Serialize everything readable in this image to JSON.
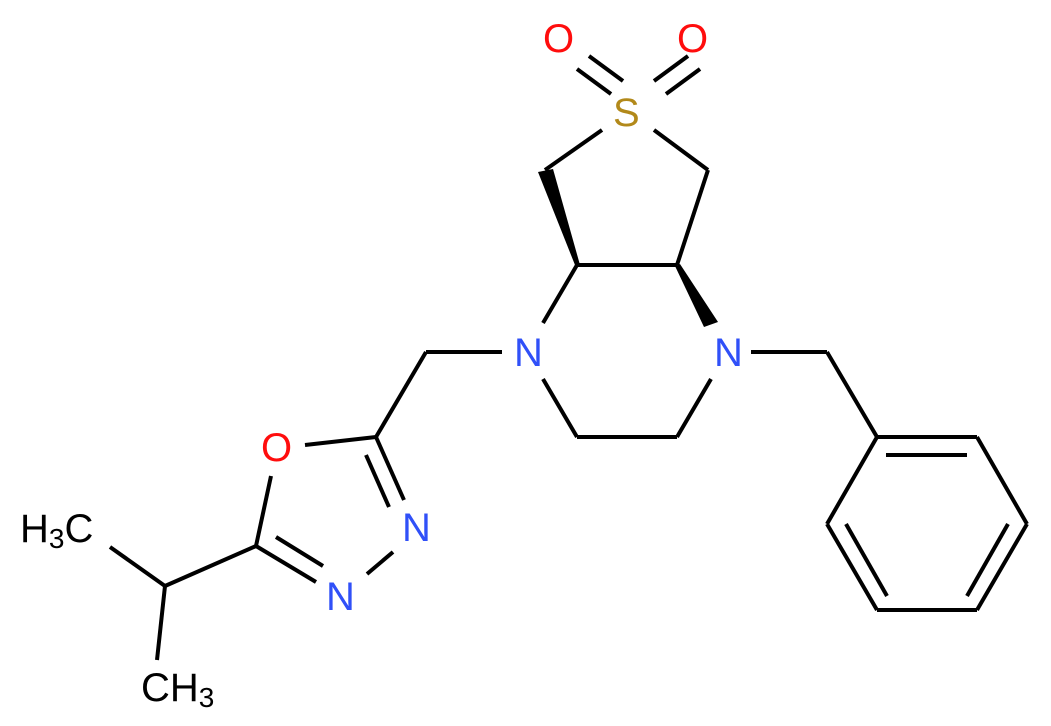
{
  "diagram": {
    "type": "chemical-structure",
    "atoms": {
      "O1": {
        "label": "O",
        "color": "#ff0d0d"
      },
      "O2": {
        "label": "O",
        "color": "#ff0d0d"
      },
      "S": {
        "label": "S",
        "color": "#b2891a"
      },
      "N_left": {
        "label": "N",
        "color": "#3050f8"
      },
      "N_right": {
        "label": "N",
        "color": "#3050f8"
      },
      "O_ring": {
        "label": "O",
        "color": "#ff0d0d"
      },
      "N3": {
        "label": "N",
        "color": "#3050f8"
      },
      "N4": {
        "label": "N",
        "color": "#3050f8"
      },
      "methyl_top": {
        "main": "H",
        "sub": "3",
        "tail": "C",
        "color": "#000000"
      },
      "methyl_bottom": {
        "main": "CH",
        "sub": "3",
        "color": "#000000"
      }
    },
    "description": "1-benzyl-4-[(5-isopropyl-1,3,4-oxadiazol-2-yl)methyl]-octahydrothieno[3,4-b]pyrazine 6,6-dioxide"
  }
}
